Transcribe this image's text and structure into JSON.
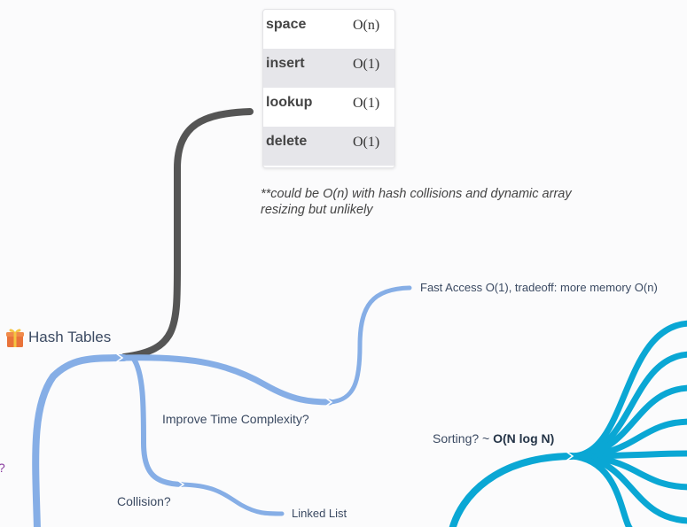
{
  "complexity_table": {
    "rows": [
      {
        "op": "space",
        "cost": "O(n)"
      },
      {
        "op": "insert",
        "cost": "O(1)"
      },
      {
        "op": "lookup",
        "cost": "O(1)"
      },
      {
        "op": "delete",
        "cost": "O(1)"
      }
    ]
  },
  "note": "**could be O(n) with hash collisions and dynamic array resizing but unlikely",
  "nodes": {
    "hash_tables": "Hash Tables",
    "improve_time": "Improve Time Complexity?",
    "fast_access": "Fast Access O(1), tradeoff: more memory O(n)",
    "collision": "Collision?",
    "linked_list": "Linked List",
    "sorting_prefix": "Sorting? ~ ",
    "sorting_complexity": "O(N log N)",
    "clipped_left": "?"
  },
  "icons": {
    "hash_tables": "gift-icon"
  },
  "colors": {
    "dark_branch": "#555555",
    "light_blue_branch": "#86aee6",
    "cyan_branch": "#0aa7d4",
    "purple_text": "#8a3ca0",
    "node_text": "#3b4a62"
  }
}
